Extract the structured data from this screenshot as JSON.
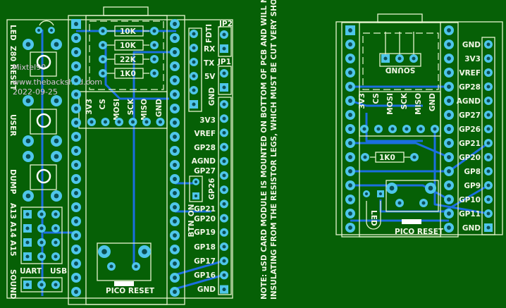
{
  "colors": {
    "board": "#066006",
    "silkscreen": "#e6f5cf",
    "pad": "#4ec6ea",
    "trace": "#1b6fe0"
  },
  "left_board": {
    "labels": {
      "led": "LED",
      "z80_reset": "Z80 RESET",
      "user": "USER",
      "dump": "DUMP",
      "address": "A13 A14 A15",
      "uart": "UART",
      "usb": "USB",
      "sound": "SOUND",
      "pico_reset": "PICO RESET",
      "btn_on": "BTN_ON",
      "fdti": "FDTI",
      "rx": "RX",
      "tx": "TX",
      "v5": "5V",
      "gnd_top": "GND",
      "jp2": "JP2",
      "jp1": "JP1",
      "gp26": "GP26"
    },
    "resistors": [
      "10K",
      "10K",
      "22K",
      "1K0"
    ],
    "sd_pins": [
      "3V3",
      "CS",
      "MOSI",
      "SCK",
      "MISO",
      "GND"
    ],
    "header_pins": [
      "3V3",
      "VREF",
      "GP28",
      "AGND",
      "GP27",
      "GP21",
      "GP20",
      "GP19",
      "GP18",
      "GP17",
      "GP16",
      "GND"
    ],
    "watermark": {
      "author": "Mixtel90",
      "site": "www.thebackshed.com",
      "date": "2022-09-25"
    }
  },
  "note": [
    "NOTE: uSD CARD MODULE IS MOUNTED ON BOTTOM OF PCB AND WILL NEED",
    "INSULATING FROM THE RESISTOR LEGS, WHICH MUST BE CUT VERY SHORT."
  ],
  "right_board": {
    "sound": "SOUND",
    "sd_pins": [
      "3V3",
      "CS",
      "MOSI",
      "SCK",
      "MISO",
      "GND"
    ],
    "resistor": "1K0",
    "led": "LED",
    "pico_reset": "PICO RESET",
    "header_pins": [
      "GND",
      "3V3",
      "VREF",
      "GP28",
      "AGND",
      "GP27",
      "GP26",
      "GP21",
      "GP20",
      "GP8",
      "GP9",
      "GP10",
      "GP11",
      "GND"
    ]
  }
}
